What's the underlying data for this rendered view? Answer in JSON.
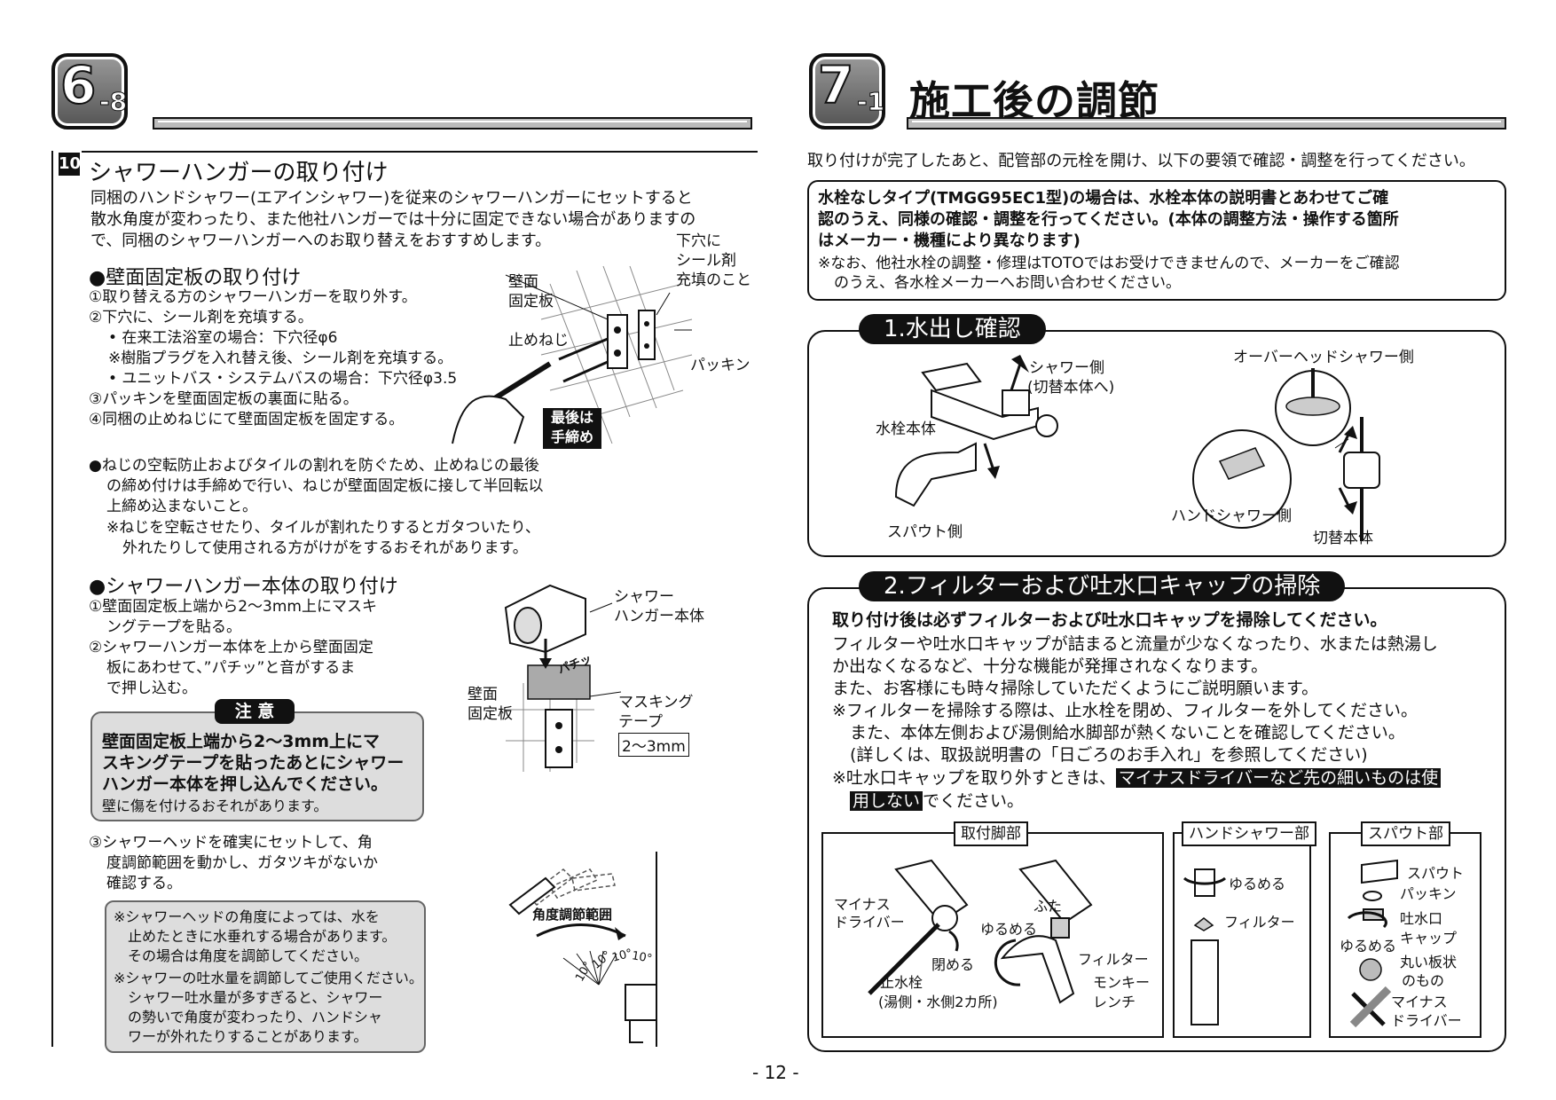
{
  "left": {
    "badge_num": "6",
    "badge_sub": "-8",
    "step_num": "10",
    "section_title": "シャワーハンガーの取り付け",
    "intro": [
      "同梱のハンドシャワー(エアインシャワー)を従来のシャワーハンガーにセットすると",
      "散水角度が変わったり、また他社ハンガーでは十分に固定できない場合がありますの",
      "で、同梱のシャワーハンガーへのお取り替えをおすすめします。"
    ],
    "wall_heading": "●壁面固定板の取り付け",
    "wall_steps": [
      "①取り替える方のシャワーハンガーを取り外す。",
      "②下穴に、シール剤を充填する。",
      "• 在来工法浴室の場合：下穴径φ6",
      "※樹脂プラグを入れ替え後、シール剤を充填する。",
      "• ユニットバス・システムバスの場合：下穴径φ3.5",
      "③パッキンを壁面固定板の裏面に貼る。",
      "④同梱の止めねじにて壁面固定板を固定する。"
    ],
    "fig1_labels": {
      "hole1": "下穴に",
      "hole2": "シール剤",
      "hole3": "充填のこと",
      "plate1": "壁面",
      "plate2": "固定板",
      "screw": "止めねじ",
      "packing": "パッキン",
      "hand1": "最後は",
      "hand2": "手締め"
    },
    "screw_note": [
      "●ねじの空転防止およびタイルの割れを防ぐため、止めねじの最後",
      "の締め付けは手締めで行い、ねじが壁面固定板に接して半回転以",
      "上締め込まないこと。",
      "※ねじを空転させたり、タイルが割れたりするとガタついたり、",
      "外れたりして使用される方がけがをするおそれがあります。"
    ],
    "hanger_heading": "●シャワーハンガー本体の取り付け",
    "hanger_steps": [
      "①壁面固定板上端から2〜3mm上にマスキ",
      "ングテープを貼る。",
      "②シャワーハンガー本体を上から壁面固定",
      "板にあわせて、”パチッ”と音がするま",
      "で押し込む。"
    ],
    "fig2_labels": {
      "hanger1": "シャワー",
      "hanger2": "ハンガー本体",
      "click": "パチッ",
      "plate1": "壁面",
      "plate2": "固定板",
      "tape1": "マスキング",
      "tape2": "テープ",
      "gap": "2〜3mm"
    },
    "caution_title": "注 意",
    "caution_bold": [
      "壁面固定板上端から2〜3mm上にマ",
      "スキングテープを貼ったあとにシャワー",
      "ハンガー本体を押し込んでください。"
    ],
    "caution_note": "壁に傷を付けるおそれがあります。",
    "step3": [
      "③シャワーヘッドを確実にセットして、角",
      "度調節範囲を動かし、ガタツキがないか",
      "確認する。"
    ],
    "notes_box": [
      "※シャワーヘッドの角度によっては、水を",
      "止めたときに水垂れする場合があります。",
      "その場合は角度を調節してください。",
      "※シャワーの吐水量を調節してご使用ください。",
      "シャワー吐水量が多すぎると、シャワー",
      "の勢いで角度が変わったり、ハンドシャ",
      "ワーが外れたりすることがあります。"
    ],
    "angle_label": "角度調節範囲",
    "angle_ticks": [
      "10°",
      "10°",
      "10°",
      "10°"
    ]
  },
  "right": {
    "badge_num": "7",
    "badge_sub": "-1",
    "title": "施工後の調節",
    "intro": "取り付けが完了したあと、配管部の元栓を開け、以下の要領で確認・調整を行ってください。",
    "notice_bold": [
      "水栓なしタイプ(TMGG95EC1型)の場合は、水栓本体の説明書とあわせてご確",
      "認のうえ、同様の確認・調整を行ってください。(本体の調整方法・操作する箇所",
      "はメーカー・機種により異なります)"
    ],
    "notice_note": [
      "※なお、他社水栓の調整・修理はTOTOではお受けできませんので、メーカーをご確認",
      "のうえ、各水栓メーカーへお問い合わせください。"
    ],
    "sec1_title": "1.水出し確認",
    "sec1_labels": {
      "shower_side1": "シャワー側",
      "shower_side2": "(切替本体へ)",
      "body": "水栓本体",
      "spout_side": "スパウト側",
      "overhead": "オーバーヘッドシャワー側",
      "hand_side": "ハンドシャワー側",
      "switch_body": "切替本体"
    },
    "sec2_title": "2.フィルターおよび吐水口キャップの掃除",
    "sec2_bold": "取り付け後は必ずフィルターおよび吐水口キャップを掃除してください。",
    "sec2_lines": [
      "フィルターや吐水口キャップが詰まると流量が少なくなったり、水または熱湯し",
      "か出なくなるなど、十分な機能が発揮されなくなります。",
      "また、お客様にも時々掃除していただくようにご説明願います。",
      "※フィルターを掃除する際は、止水栓を閉め、フィルターを外してください。",
      "また、本体左側および湯側給水脚部が熱くないことを確認してください。",
      "(詳しくは、取扱説明書の「日ごろのお手入れ」を参照してください)"
    ],
    "sec2_last_pre": "※吐水口キャップを取り外すときは、",
    "sec2_last_hl1": "マイナスドライバーなど先の細いものは使",
    "sec2_last_hl2": "用しない",
    "sec2_last_post": "でください。",
    "panels": {
      "p1_title": "取付脚部",
      "p1_labels": {
        "driver1": "マイナス",
        "driver2": "ドライバー",
        "close": "閉める",
        "stopcock1": "止水栓",
        "stopcock2": "(湯側・水側2カ所)",
        "lid": "ふた",
        "loosen": "ゆるめる",
        "filter": "フィルター",
        "wrench1": "モンキー",
        "wrench2": "レンチ"
      },
      "p2_title": "ハンドシャワー部",
      "p2_labels": {
        "loosen": "ゆるめる",
        "filter": "フィルター"
      },
      "p3_title": "スパウト部",
      "p3_labels": {
        "spout": "スパウト",
        "packing": "パッキン",
        "cap1": "吐水口",
        "cap2": "キャップ",
        "loosen": "ゆるめる",
        "round1": "丸い板状",
        "round2": "のもの",
        "driver1": "マイナス",
        "driver2": "ドライバー"
      }
    }
  },
  "page_number": "- 12 -"
}
